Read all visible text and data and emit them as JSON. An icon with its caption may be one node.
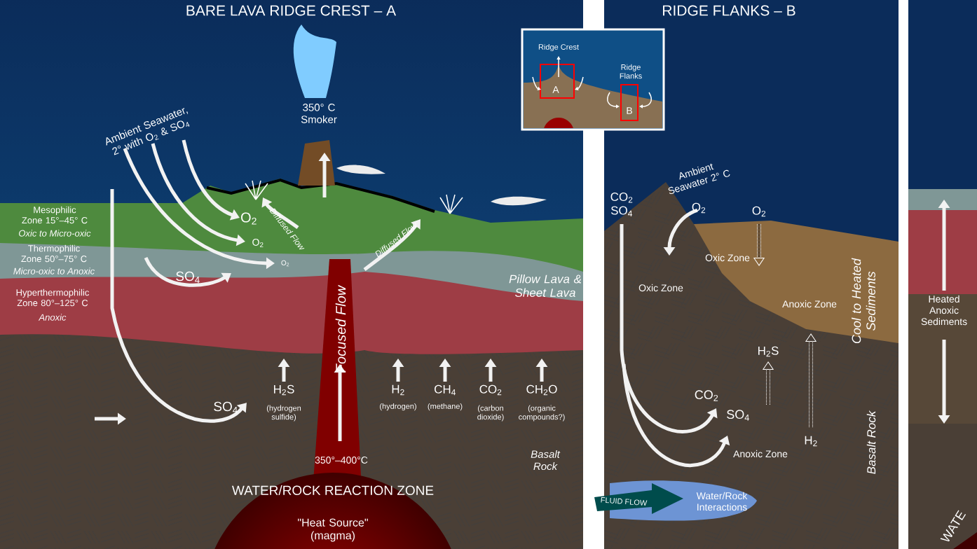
{
  "diagram": {
    "labels": [
      "BARE LAVA RIDGE CREST – A",
      "RIDGE FLANKS – B",
      "Ridge Crest",
      "Ridge Flanks",
      "A",
      "B",
      "350° C Smoker",
      "Ambient Seawater, 2° with O$_{2}$ & SO$_{4}$",
      "Ambient Seawater 2° C",
      "CO$_{2}$ SO$_{4}$",
      "O$_{2}$",
      "O$_{2}$",
      "Mesophilic Zone 15°–45° C",
      "Oxic to Micro-oxic",
      "O$_{2}$",
      "Diffused Flow",
      "Diffused Flow",
      "O$_{2}$",
      "Oxic Zone",
      "Thermophilic Zone 50°–75° C",
      "Micro-oxic to Anoxic",
      "O$_{2}$",
      "SO$_{4}$",
      "Pillow Lava & Sheet Lava",
      "Oxic Zone",
      "Hyperthermophilic Zone 80°–125° C",
      "Anoxic",
      "Anoxic Zone",
      "Cool to Heated Sediments",
      "Heated Anoxic Sediments",
      "Focused Flow",
      "H$_{2}$S",
      "H$_{2}$S",
      "(hydrogen sulfide)",
      "H$_{2}$",
      "(hydrogen)",
      "CH$_{4}$",
      "(methane)",
      "CO$_{2}$",
      "(carbon dioxide)",
      "CH$_{2}$O",
      "(organic compounds?)",
      "CO$_{2}$",
      "SO$_{4}$",
      "SO$_{4}$",
      "H$_{2}$",
      "Basalt Rock",
      "Anoxic Zone",
      "Basalt Rock",
      "350°–400°C",
      "WATER/ROCK REACTION ZONE",
      "FLUID FLOW",
      "Water/Rock Interactions",
      "\"Heat Source\" (magma)",
      "WATE"
    ]
  }
}
